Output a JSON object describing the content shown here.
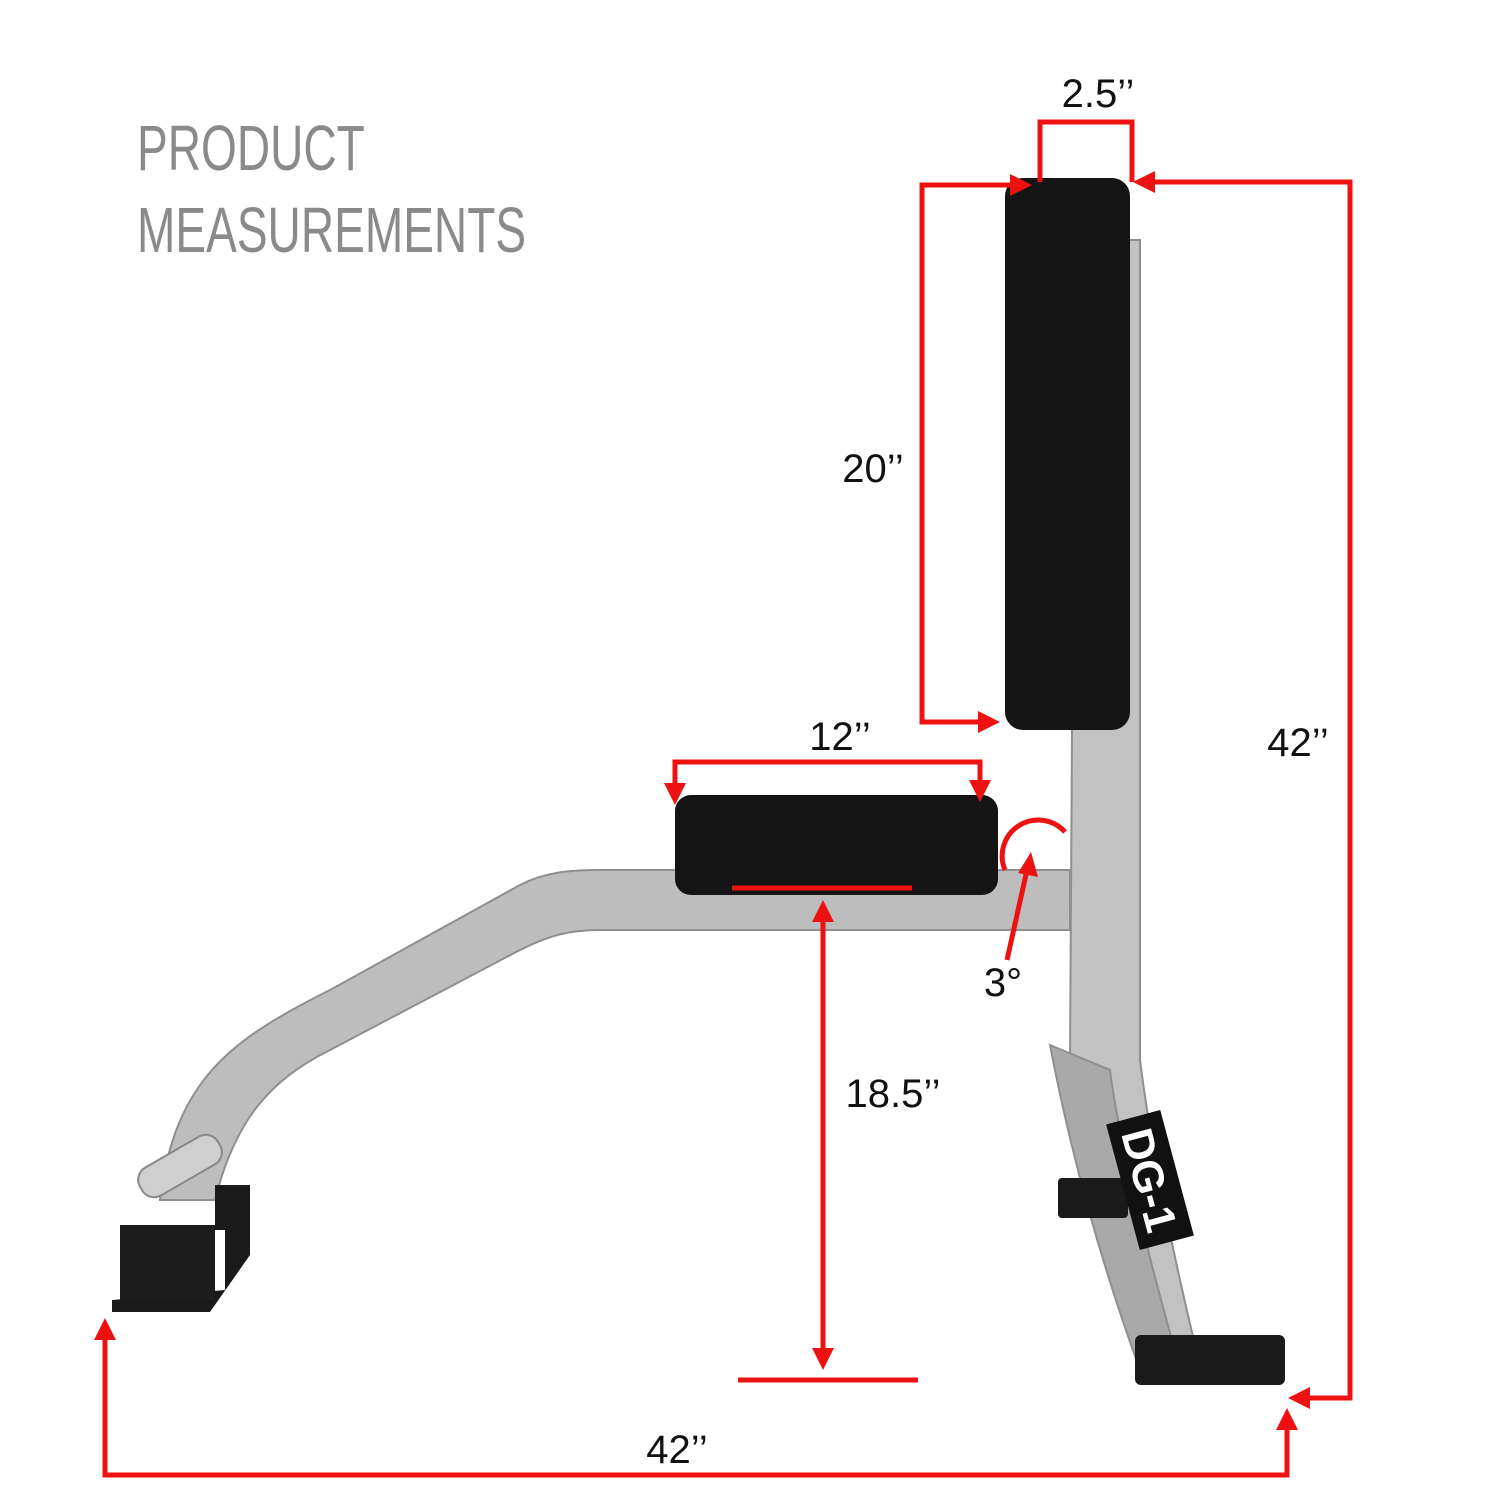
{
  "title": {
    "line1": "PRODUCT",
    "line2": "MEASUREMENTS"
  },
  "dimensions": {
    "backrest_thickness": "2.5’’",
    "backrest_height": "20’’",
    "total_height": "42’’",
    "seat_length": "12’’",
    "seat_angle": "3°",
    "seat_height": "18.5’’",
    "total_length": "42’’"
  },
  "product": {
    "model_label": "DG-1"
  },
  "colors": {
    "dimension_lines": "#ee1111",
    "frame": "#b9b9b9",
    "pads": "#151515",
    "title": "#8a8a8a"
  }
}
